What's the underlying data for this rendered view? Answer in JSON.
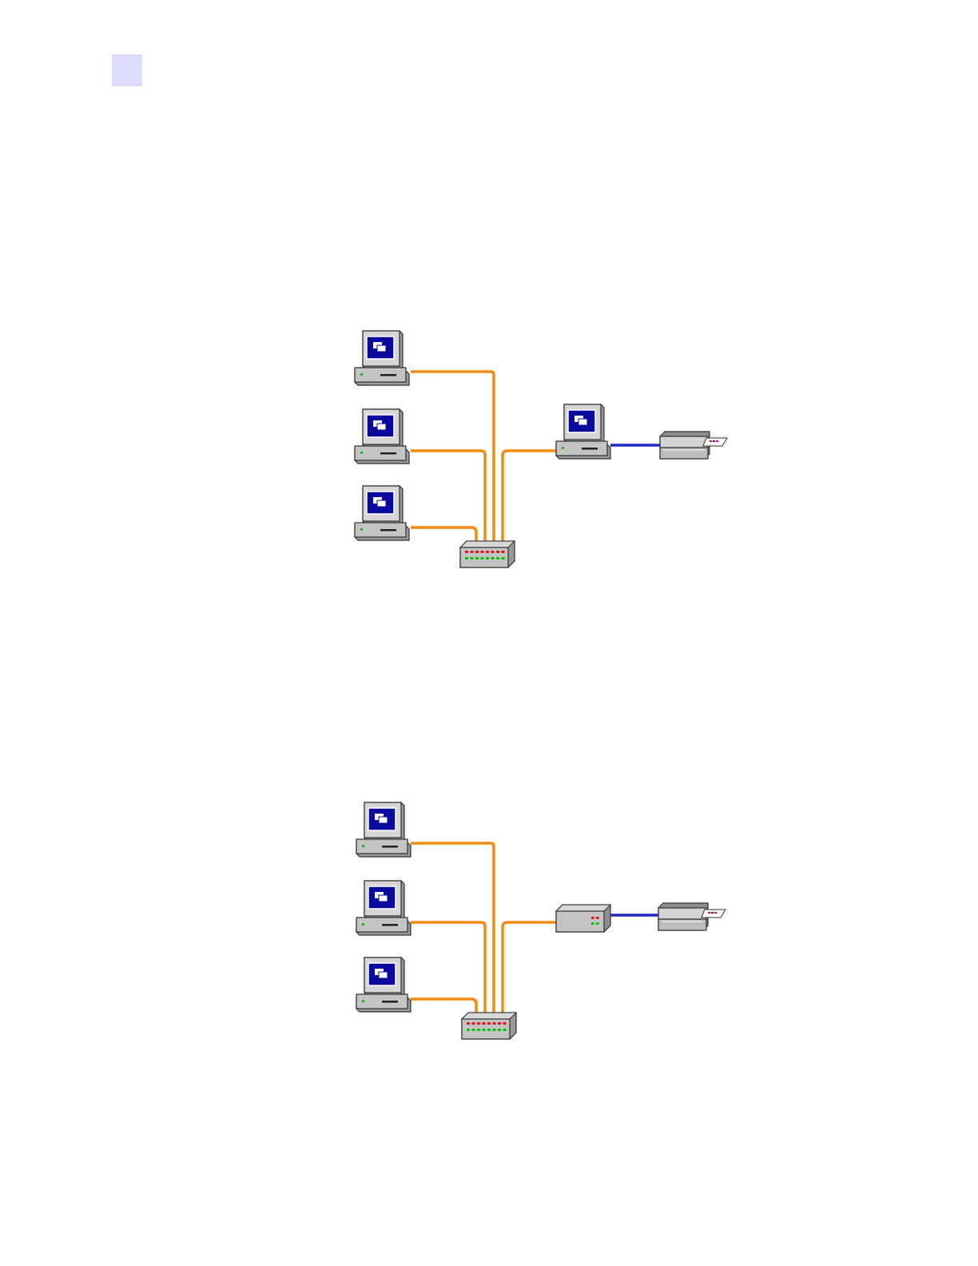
{
  "colors": {
    "corner_tab": "#dcdcfc",
    "ethernet_cable": "#f08c14",
    "printer_cable": "#1e28c8",
    "screen": "#0a0a9c",
    "device_body": "#c4c4c4",
    "device_outline": "#303030",
    "hub_led_red": "#e01818",
    "hub_led_green": "#10c010"
  },
  "diagrams": [
    {
      "id": "host-shared-printer",
      "nodes": [
        {
          "icon": "pc-icon",
          "role": "client-pc"
        },
        {
          "icon": "pc-icon",
          "role": "client-pc"
        },
        {
          "icon": "pc-icon",
          "role": "client-pc"
        },
        {
          "icon": "hub-icon",
          "role": "ethernet-hub"
        },
        {
          "icon": "pc-icon",
          "role": "host-pc"
        },
        {
          "icon": "printer-icon",
          "role": "printer"
        }
      ],
      "links": [
        {
          "from": "client-pc-1",
          "to": "ethernet-hub",
          "type": "ethernet"
        },
        {
          "from": "client-pc-2",
          "to": "ethernet-hub",
          "type": "ethernet"
        },
        {
          "from": "client-pc-3",
          "to": "ethernet-hub",
          "type": "ethernet"
        },
        {
          "from": "ethernet-hub",
          "to": "host-pc",
          "type": "ethernet"
        },
        {
          "from": "host-pc",
          "to": "printer",
          "type": "printer-cable"
        }
      ]
    },
    {
      "id": "print-server",
      "nodes": [
        {
          "icon": "pc-icon",
          "role": "client-pc"
        },
        {
          "icon": "pc-icon",
          "role": "client-pc"
        },
        {
          "icon": "pc-icon",
          "role": "client-pc"
        },
        {
          "icon": "hub-icon",
          "role": "ethernet-hub"
        },
        {
          "icon": "print-server-icon",
          "role": "print-server"
        },
        {
          "icon": "printer-icon",
          "role": "printer"
        }
      ],
      "links": [
        {
          "from": "client-pc-1",
          "to": "ethernet-hub",
          "type": "ethernet"
        },
        {
          "from": "client-pc-2",
          "to": "ethernet-hub",
          "type": "ethernet"
        },
        {
          "from": "client-pc-3",
          "to": "ethernet-hub",
          "type": "ethernet"
        },
        {
          "from": "ethernet-hub",
          "to": "print-server",
          "type": "ethernet"
        },
        {
          "from": "print-server",
          "to": "printer",
          "type": "printer-cable"
        }
      ]
    }
  ]
}
